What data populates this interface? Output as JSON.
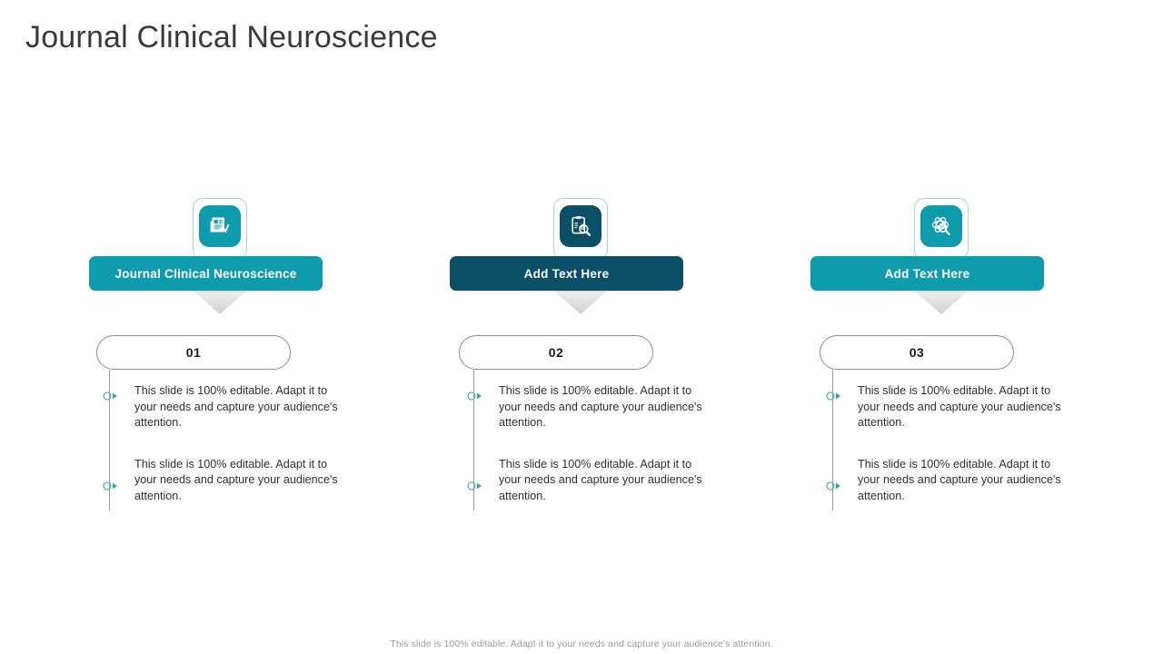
{
  "slide": {
    "title": "Journal Clinical Neuroscience",
    "footer_note": "This slide is 100% editable. Adapt it to your needs and capture your audience's attention.",
    "colors": {
      "teal": "#0e9cad",
      "dark_teal": "#0b4f66",
      "icon_frame_border": "#9fd5dd",
      "marker": "#2ba5b3",
      "line": "#9a9a9a",
      "title_text": "#3a3a3a",
      "body_text": "#2f2f2f",
      "footer_text": "#9b9b9b"
    }
  },
  "columns": [
    {
      "id": "01",
      "icon_name": "newspaper-check-icon",
      "header_label": "Journal Clinical Neuroscience",
      "header_color": "#0e9cad",
      "number": "01",
      "bullets": [
        "This slide is 100% editable. Adapt it to your needs and capture your audience's attention.",
        "This slide is 100% editable. Adapt it to your needs and capture your audience's attention."
      ]
    },
    {
      "id": "02",
      "icon_name": "clipboard-chart-search-icon",
      "header_label": "Add Text Here",
      "header_color": "#0b4f66",
      "number": "02",
      "bullets": [
        "This slide is 100% editable. Adapt it to your needs and capture your audience's attention.",
        "This slide is 100% editable. Adapt it to your needs and capture your audience's attention."
      ]
    },
    {
      "id": "03",
      "icon_name": "atom-chart-search-icon",
      "header_label": "Add Text Here",
      "header_color": "#0e9cad",
      "number": "03",
      "bullets": [
        "This slide is 100% editable. Adapt it to your needs and capture your audience's attention.",
        "This slide is 100% editable. Adapt it to your needs and capture your audience's attention."
      ]
    }
  ]
}
